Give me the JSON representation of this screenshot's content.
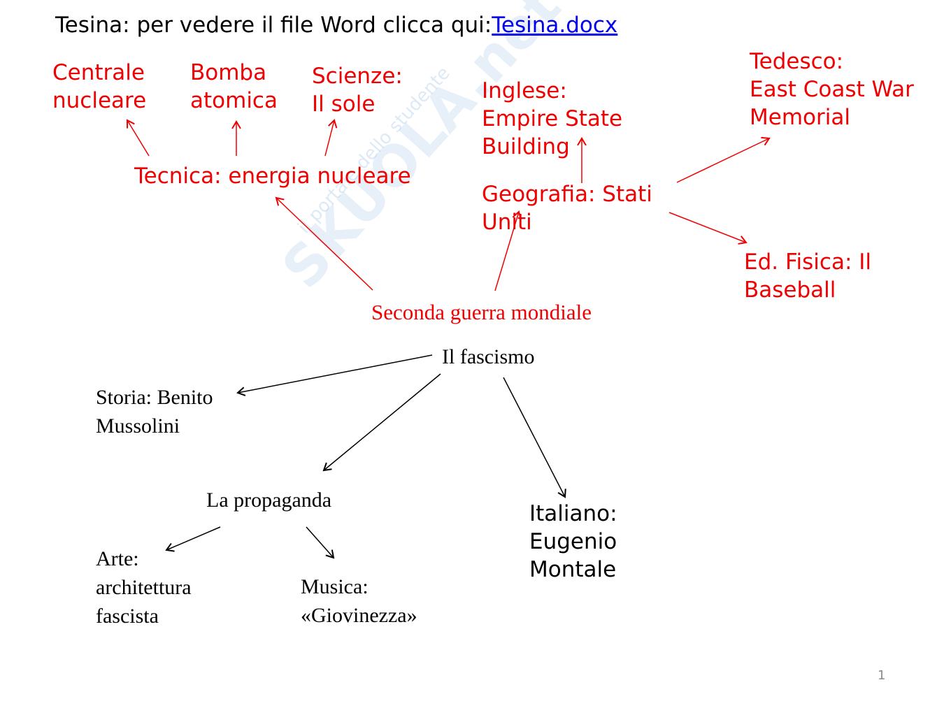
{
  "header": {
    "prefix": "Tesina: per vedere il file Word clicca qui:",
    "link": "Tesina.docx"
  },
  "watermark": {
    "brand": "SKUOLA.net",
    "tagline": "il portale dello studente"
  },
  "red_nodes": {
    "centrale": [
      "Centrale",
      "nucleare"
    ],
    "bomba": [
      "Bomba",
      "atomica"
    ],
    "scienze": [
      "Scienze:",
      "Il sole"
    ],
    "tecnica": "Tecnica: energia nucleare",
    "inglese": [
      "Inglese:",
      "Empire State",
      "Building"
    ],
    "tedesco": [
      "Tedesco:",
      "East Coast War",
      "Memorial"
    ],
    "geografia": [
      "Geografia: Stati",
      "Uniti"
    ],
    "fisica": [
      "Ed. Fisica: Il",
      "Baseball"
    ],
    "seconda": "Seconda guerra mondiale"
  },
  "black_nodes": {
    "fascismo": "Il fascismo",
    "storia": [
      "Storia: Benito",
      "Mussolini"
    ],
    "propaganda": "La propaganda",
    "italiano": [
      "Italiano:",
      "Eugenio",
      "Montale"
    ],
    "arte": [
      "Arte:",
      "architettura",
      "fascista"
    ],
    "musica": [
      "Musica:",
      "«Giovinezza»"
    ]
  },
  "page_number": "1",
  "colors": {
    "red": "#f00000",
    "black": "#000000",
    "link": "#0000ee"
  }
}
